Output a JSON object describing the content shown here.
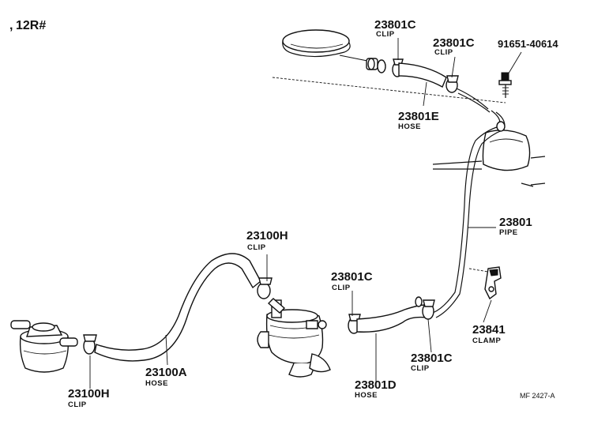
{
  "model_label": "12R#",
  "ref_code": "MF 2427-A",
  "parts": [
    {
      "number": "23801C",
      "name": "CLIP"
    },
    {
      "number": "23801C",
      "name": "CLIP"
    },
    {
      "number": "91651-40614",
      "name": ""
    },
    {
      "number": "23801E",
      "name": "HOSE"
    },
    {
      "number": "23801",
      "name": "PIPE"
    },
    {
      "number": "23100H",
      "name": "CLIP"
    },
    {
      "number": "23801C",
      "name": "CLIP"
    },
    {
      "number": "23841",
      "name": "CLAMP"
    },
    {
      "number": "23801C",
      "name": "CLIP"
    },
    {
      "number": "23100A",
      "name": "HOSE"
    },
    {
      "number": "23100H",
      "name": "CLIP"
    },
    {
      "number": "23801D",
      "name": "HOSE"
    }
  ]
}
